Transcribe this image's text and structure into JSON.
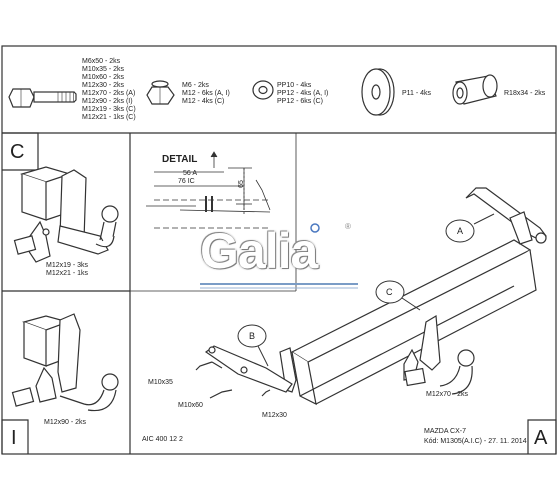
{
  "parts": {
    "bolt": [
      "M6x50 - 2ks",
      "M10x35 - 2ks",
      "M10x60 - 2ks",
      "M12x30 - 2ks",
      "M12x70 - 2ks (A)",
      "M12x90 - 2ks (I)",
      "M12x19 - 3ks (C)",
      "M12x21 - 1ks (C)"
    ],
    "nut": [
      "M6 - 2ks",
      "M12 - 6ks (A, I)",
      "M12 - 4ks (C)"
    ],
    "washer": [
      "PP10 - 4ks",
      "PP12 - 4ks (A, I)",
      "PP12 - 6ks (C)"
    ],
    "large_washer": "P11 - 4ks",
    "spacer": "R18x34 - 2ks"
  },
  "panel_c": {
    "letter": "C",
    "bolts": [
      "M12x19 - 3ks",
      "M12x21 - 1ks"
    ]
  },
  "panel_i": {
    "letter": "I",
    "bolt": "M12x90 - 2ks"
  },
  "detail": {
    "title": "DETAIL",
    "dim_a": "56 A",
    "dim_ic": "76 IC",
    "dim_height": "65"
  },
  "logo": {
    "text": "Galia",
    "mark": "®"
  },
  "main": {
    "callouts": [
      "A",
      "B",
      "C"
    ],
    "bolt_labels": [
      "M10x35",
      "M10x60",
      "M12x30",
      "M12x70 - 2ks"
    ]
  },
  "footer": {
    "code": "AIC 400 12 2",
    "vehicle": "MAZDA CX-7",
    "kod": "Kód: M1305(A.I.C) - 27. 11. 2014",
    "corner_a": "A",
    "corner_i": "I"
  }
}
